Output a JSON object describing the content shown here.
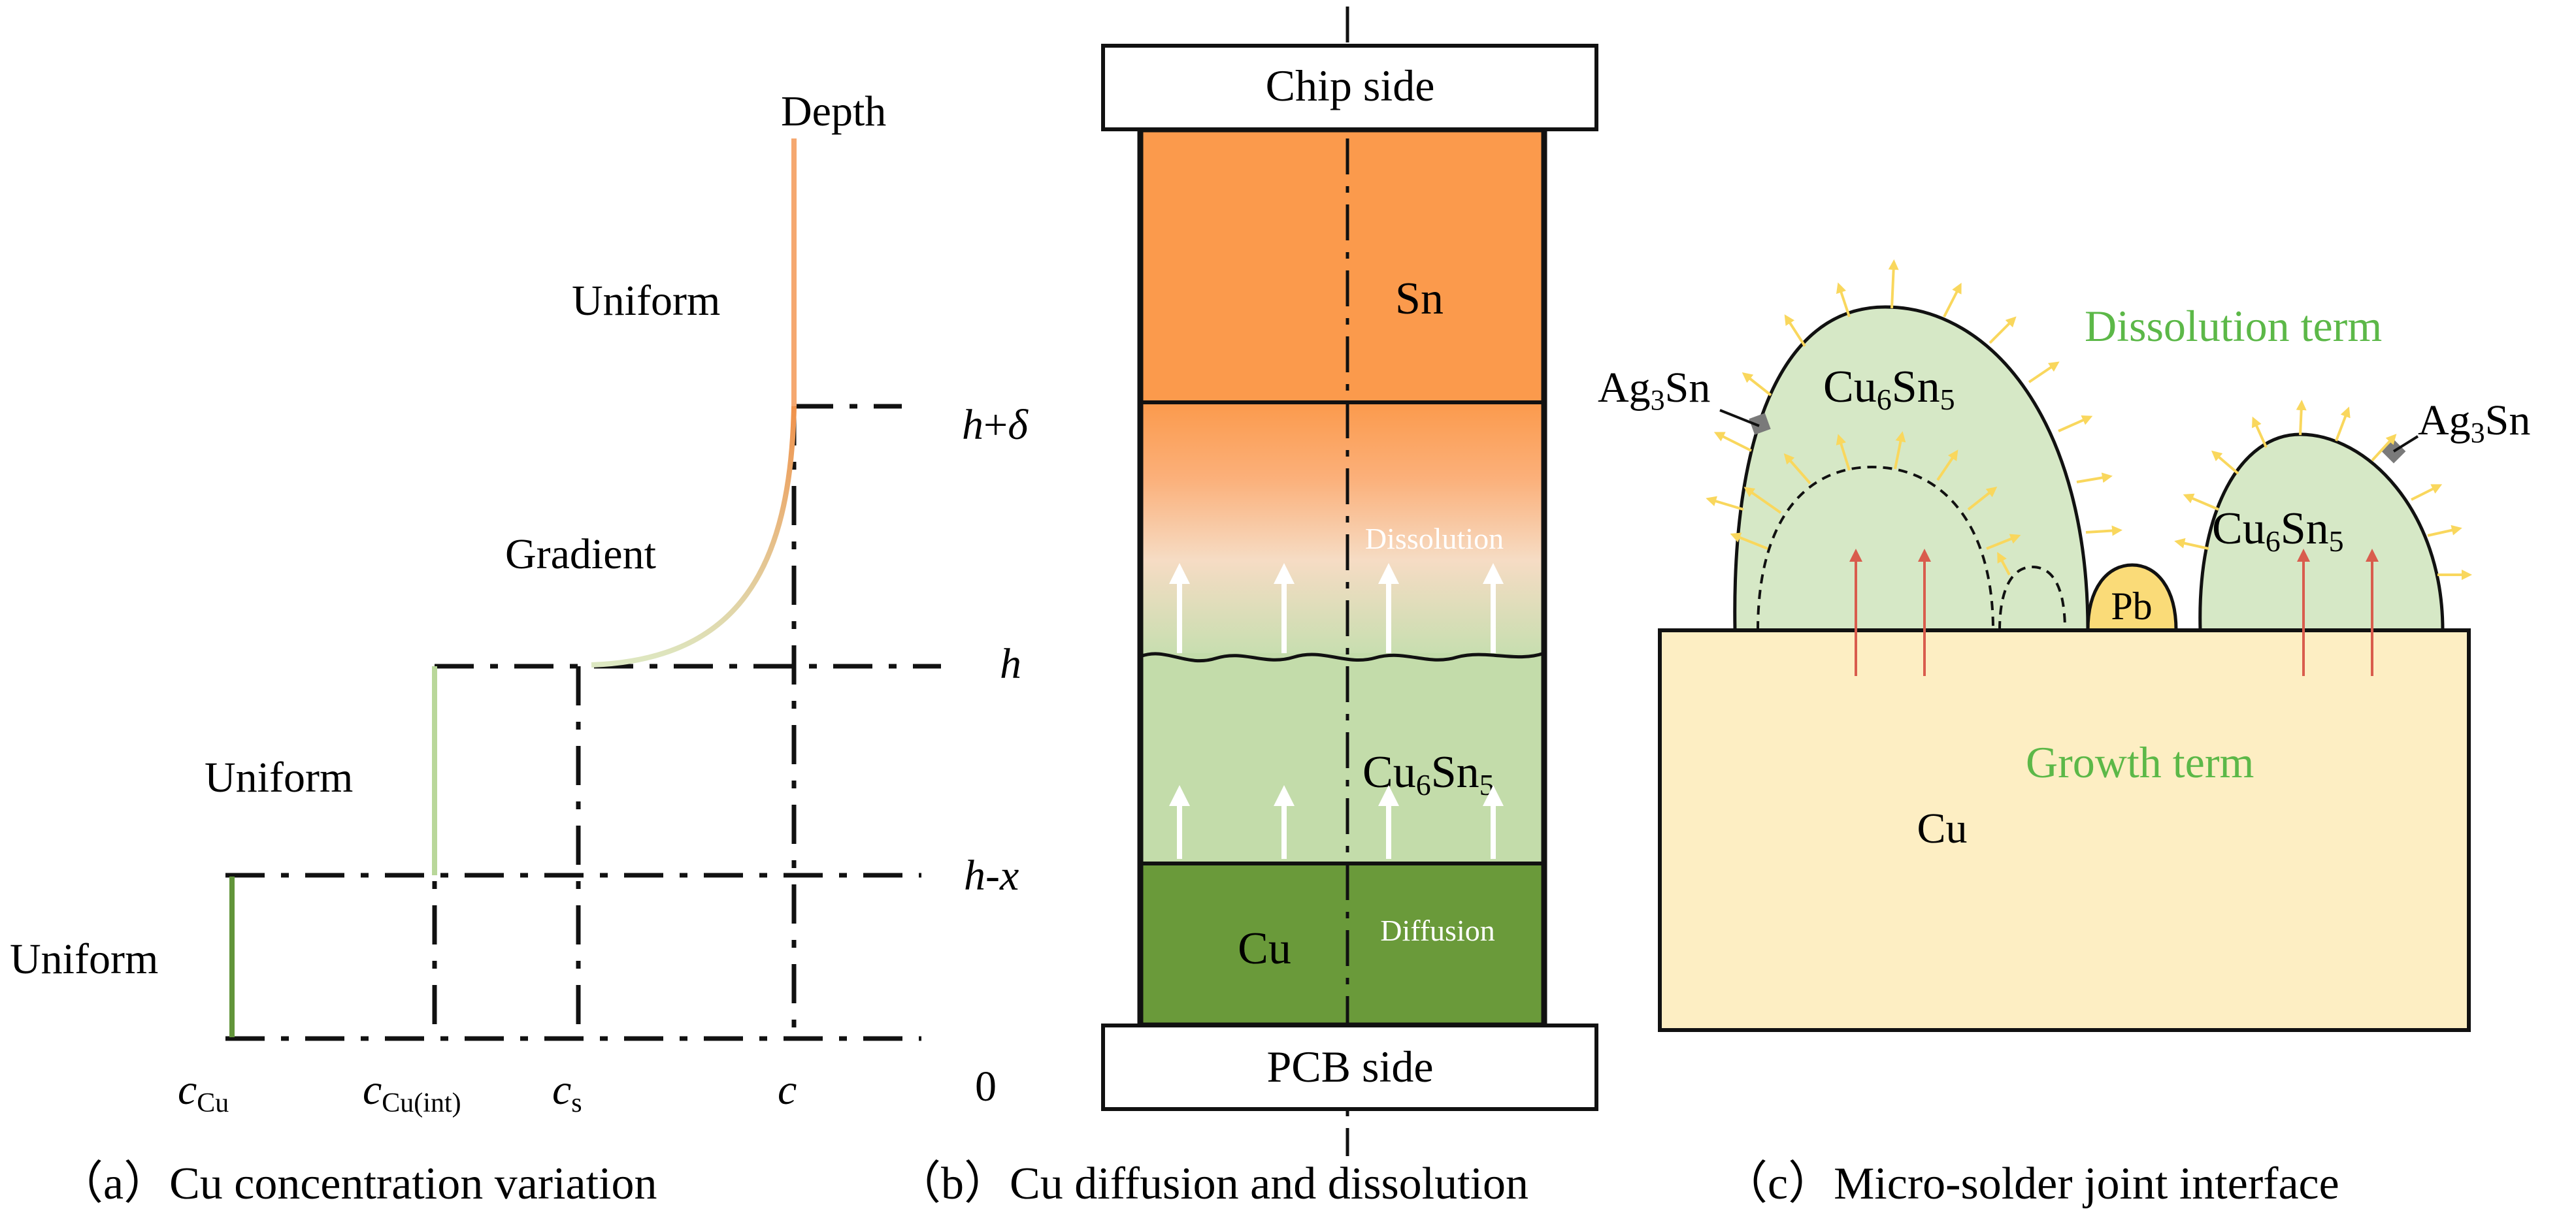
{
  "panel_a": {
    "depth_label": "Depth",
    "uniform_top": "Uniform",
    "gradient": "Gradient",
    "uniform_mid": "Uniform",
    "uniform_bottom": "Uniform",
    "y_h_delta": {
      "h": "h",
      "plus": "+",
      "delta": "δ"
    },
    "y_h": "h",
    "y_h_x": {
      "h": "h",
      "dash": "-",
      "x": "x"
    },
    "y_zero": "0",
    "x_ccu": {
      "c": "c",
      "sub": "Cu"
    },
    "x_ccu_int": {
      "c": "c",
      "sub": "Cu(int)"
    },
    "x_cs": {
      "c": "c",
      "sub": "s"
    },
    "x_c": "c",
    "caption": "（a）Cu concentration variation"
  },
  "panel_b": {
    "chip_side": "Chip side",
    "pcb_side": "PCB side",
    "sn": "Sn",
    "imc": {
      "a": "Cu",
      "b": "6",
      "c": "Sn",
      "d": "5"
    },
    "cu": "Cu",
    "dissolution": "Dissolution",
    "diffusion": "Diffusion",
    "caption": "（b）Cu diffusion and dissolution"
  },
  "panel_c": {
    "ag3sn_left": {
      "a": "Ag",
      "b": "3",
      "c": "Sn"
    },
    "ag3sn_right": {
      "a": "Ag",
      "b": "3",
      "c": "Sn"
    },
    "imc_left": {
      "a": "Cu",
      "b": "6",
      "c": "Sn",
      "d": "5"
    },
    "imc_right": {
      "a": "Cu",
      "b": "6",
      "c": "Sn",
      "d": "5"
    },
    "pb": "Pb",
    "dissolution_term": "Dissolution term",
    "growth_term": "Growth term",
    "cu": "Cu",
    "caption": "（c）Micro-solder joint interface"
  },
  "colors": {
    "sn_orange": "#fb9a4c",
    "imc_green": "#c3dcaa",
    "cu_dark_green": "#6a9a3a",
    "substrate": "#fdeec3",
    "pb_yellow": "#fadb78",
    "grain_green": "#d6e8c6",
    "label_green": "#5cb848",
    "ray_yellow": "#f9d75d",
    "growth_red": "#d95c4d",
    "ag3sn_gray": "#7a7a7a"
  }
}
